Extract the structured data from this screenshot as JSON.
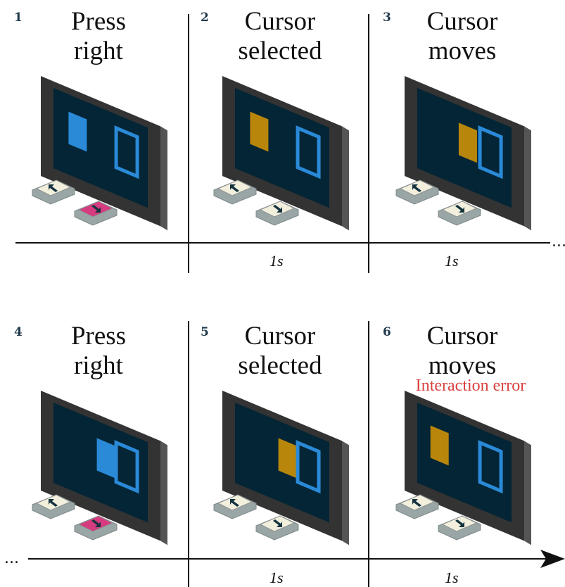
{
  "colors": {
    "screen_fill": "#032535",
    "bezel_face": "#333333",
    "bezel_side": "#555555",
    "selected_item": "#2a8ad8",
    "moved_item": "#b8860b",
    "cursor_frame": "#2a8ad8",
    "key_idle": "#f3efdd",
    "key_pressed": "#d63b7f",
    "error": "#d94040"
  },
  "timeline": {
    "duration_label": "1s",
    "ellipsis": "..."
  },
  "steps": [
    {
      "number": "1",
      "title_line1": "Press",
      "title_line2": "right",
      "right_key_pressed": true,
      "selected_color_key": "selected_item",
      "error_label": ""
    },
    {
      "number": "2",
      "title_line1": "Cursor",
      "title_line2": "selected",
      "right_key_pressed": false,
      "selected_color_key": "moved_item",
      "error_label": ""
    },
    {
      "number": "3",
      "title_line1": "Cursor",
      "title_line2": "moves",
      "right_key_pressed": false,
      "selected_color_key": "moved_item",
      "error_label": ""
    },
    {
      "number": "4",
      "title_line1": "Press",
      "title_line2": "right",
      "right_key_pressed": true,
      "selected_color_key": "selected_item",
      "error_label": ""
    },
    {
      "number": "5",
      "title_line1": "Cursor",
      "title_line2": "selected",
      "right_key_pressed": false,
      "selected_color_key": "moved_item",
      "error_label": ""
    },
    {
      "number": "6",
      "title_line1": "Cursor",
      "title_line2": "moves",
      "right_key_pressed": false,
      "selected_color_key": "moved_item",
      "error_label": "Interaction error"
    }
  ]
}
